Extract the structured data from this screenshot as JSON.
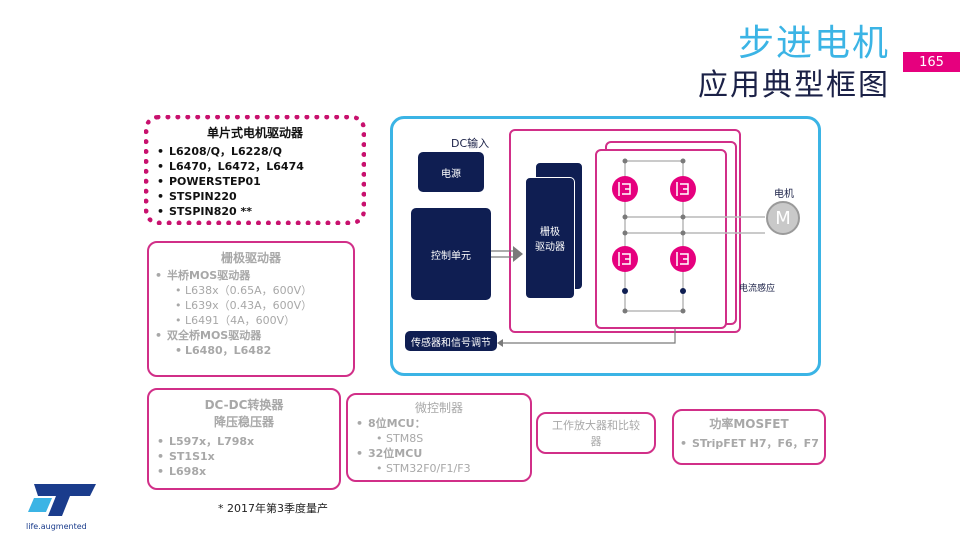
{
  "header": {
    "title_line1": "步进电机",
    "title_line2": "应用典型框图",
    "page_number": "165"
  },
  "driver_box": {
    "title": "单片式电机驱动器",
    "items": [
      "L6208/Q，L6228/Q",
      "L6470，L6472，L6474",
      "POWERSTEP01",
      "STSPIN220",
      "STSPIN820  **"
    ]
  },
  "gate_box": {
    "title": "栅极驱动器",
    "half_bridge": "半桥MOS驱动器",
    "half_items": [
      "L638x（0.65A，600V）",
      "L639x（0.43A，600V）",
      "L6491（4A，600V）"
    ],
    "full_bridge": "双全桥MOS驱动器",
    "full_items": [
      "L6480，L6482"
    ]
  },
  "dcdc_box": {
    "title1": "DC-DC转换器",
    "title2": "降压稳压器",
    "items": [
      "L597x，L798x",
      "ST1S1x",
      "L698x"
    ]
  },
  "mcu_box": {
    "title": "微控制器",
    "g1": "8位MCU：",
    "g1_items": [
      "STM8S"
    ],
    "g2": "32位MCU",
    "g2_items": [
      "STM32F0/F1/F3"
    ]
  },
  "amp_box": {
    "title": "工作放大器和比较器"
  },
  "mosfet_box": {
    "title": "功率MOSFET",
    "items": [
      "STripFET H7，F6，F7"
    ]
  },
  "diagram": {
    "dc_input": "DC输入",
    "power": "电源",
    "control_unit": "控制单元",
    "gate_driver": "栅极\n驱动器",
    "sensor": "传感器和信号调节",
    "motor_label": "电机",
    "motor_letter": "M",
    "current_sense": "电流感应"
  },
  "footnote": "* 2017年第3季度量产",
  "logo": {
    "tagline": "life.augmented"
  },
  "colors": {
    "accent_blue": "#3bb4e5",
    "magenta": "#d12f88",
    "navy": "#0f1e52"
  }
}
